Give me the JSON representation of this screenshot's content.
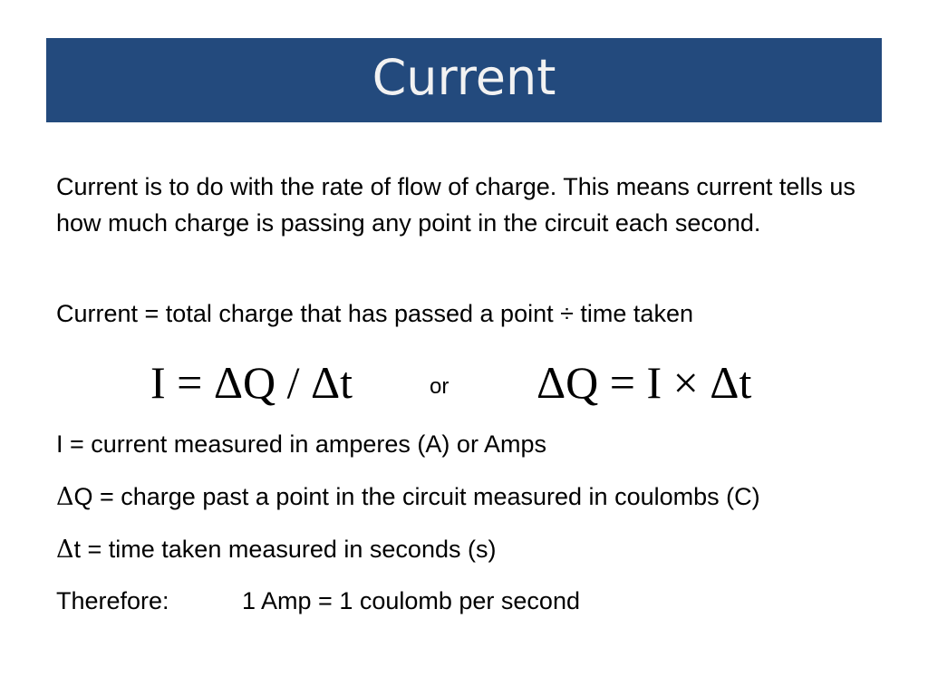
{
  "slide": {
    "title": "Current",
    "intro": "Current is to do with the rate of flow of charge. This means current tells us how much charge is passing any point in the circuit each second.",
    "definition": "Current = total charge that has passed a point ÷ time taken",
    "formula_left": "I = ΔQ / Δt",
    "formula_or": "or",
    "formula_right": "ΔQ = I × Δt",
    "def_current": "I = current measured in amperes (A) or Amps",
    "def_charge_symbol": "Δ",
    "def_charge_text": "Q = charge past a point in the circuit measured in coulombs (C)",
    "def_time_symbol": "Δ",
    "def_time_text": "t = time taken measured in seconds (s)",
    "therefore_label": "Therefore:",
    "therefore_text": "1 Amp = 1 coulomb per second"
  },
  "colors": {
    "title_bar": "#234a7d",
    "title_text": "#f2f2f2",
    "body_text": "#000000",
    "background": "#ffffff"
  }
}
